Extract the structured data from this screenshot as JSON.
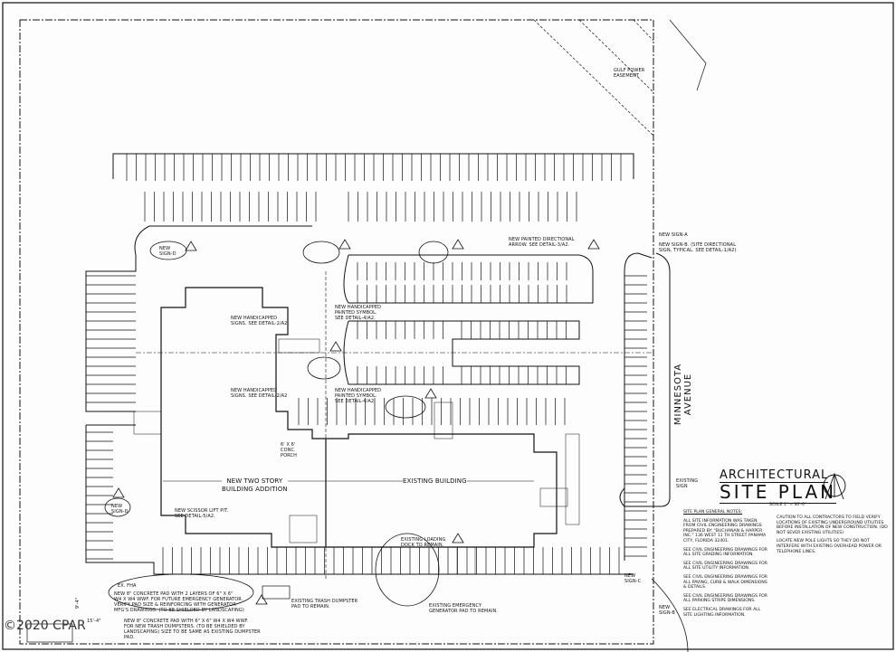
{
  "title_block": {
    "line1": "ARCHITECTURAL",
    "line2": "SITE PLAN",
    "scale": "SCALE 1\" = 30'-0\""
  },
  "notes": {
    "heading": "SITE PLAN GENERAL NOTES:",
    "left": [
      "ALL SITE INFORMATION WAS TAKEN FROM CIVIL ENGINEERING DRAWINGS PREPARED BY: \"BUCHANAN & HARPER INC.\" 136 WEST 11 TH STREET PANAMA CITY, FLORIDA 32401.",
      "SEE CIVIL ENGINEERING DRAWINGS FOR ALL SITE GRADING INFORMATION.",
      "SEE CIVIL ENGINEERING DRAWINGS FOR ALL SITE UTILITY INFORMATION.",
      "SEE CIVIL ENGINEERING DRAWINGS FOR ALL PAVING, CURB & WALK DIMENSIONS & DETAILS.",
      "SEE CIVIL ENGINEERING DRAWINGS FOR ALL PARKING STRIPE DIMENSIONS.",
      "SEE ELECTRICAL DRAWINGS FOR ALL SITE LIGHTING INFORMATION."
    ],
    "right": [
      "CAUTION TO ALL CONTRACTORS TO FIELD VERIFY LOCATIONS OF EXISTING UNDERGROUND UTILITIES BEFORE INSTALLATION OF NEW CONSTRUCTION. (DO NOT SEVER EXISTING UTILITIES)",
      "LOCATE NEW POLE LIGHTS SO THEY DO NOT INTERFERE WITH EXISTING OVERHEAD POWER OR TELEPHONE LINES."
    ]
  },
  "street_name": "MINNESOTA AVENUE",
  "labels": {
    "gulf_power": "GULF POWER\nEASEMENT",
    "painted_arrow": "NEW PAINTED DIRECTIONAL\nARROW. SEE DETAIL-3/A2.",
    "sign_a": "NEW SIGN-A",
    "sign_b_typ": "NEW SIGN-B. (SITE DIRECTIONAL\nSIGN, TYPICAL. SEE DETAIL-1/A2)",
    "sign_d_top": "NEW\nSIGN-D",
    "hc_signs_1": "NEW HANDICAPPED\nSIGNS. SEE DETAIL-2/A2",
    "hc_symbol_1": "NEW HANDICAPPED\nPAINTED SYMBOL.\nSEE DETAIL-4/A2.",
    "hc_signs_2": "NEW HANDICAPPED\nSIGNS. SEE DETAIL-2/A2",
    "hc_symbol_2": "NEW HANDICAPPED\nPAINTED SYMBOL.\nSEE DETAIL-4/A2.",
    "porch": "6' X 6'\nCONC.\nPORCH",
    "new_addition": "NEW TWO STORY\nBUILDING ADDITION",
    "existing_building": "EXISTING BUILDING",
    "sign_d_left": "NEW\nSIGN-D",
    "scissor_lift": "NEW SCISSOR LIFT PIT.\nSEE DETAIL-5/A2.",
    "loading_dock": "EXISTING LOADING\nDOCK TO REMAIN.",
    "existing_sign": "EXISTING\nSIGN",
    "sign_c": "NEW\nSIGN-C",
    "sign_b": "NEW\nSIGN-B",
    "ex_fha": "EX. FHA",
    "generator_pad": "NEW 8\" CONCRETE PAD WITH 2 LAYERS OF 6\" X 6\"\nW4 X W4 WWF. FOR FUTURE EMERGENCY GENERATOR.\nVERIFY PAD SIZE & REINFORCING WITH GENERATOR\nMFG'S DRAWINGS. (TO BE SHIELDED BY LANDSCAPING)",
    "trash_pad": "NEW 8\" CONCRETE PAD WITH 6\" X 6\" W4 X W4 WWF.\nFOR NEW TRASH DUMPSTERS. (TO BE SHIELDED BY\nLANDSCAPING) SIZE TO BE SAME AS EXISTING DUMPSTER\nPAD.",
    "trash_remain": "EXISTING TRASH DUMPSTER\nPAD TO REMAIN.",
    "gen_remain": "EXISTING EMERGENCY\nGENERATOR PAD TO REMAIN.",
    "dim_1": "15'-4\"",
    "dim_2": "9'-4\"",
    "revision": "1"
  },
  "copyright": "©2020 CPAR"
}
